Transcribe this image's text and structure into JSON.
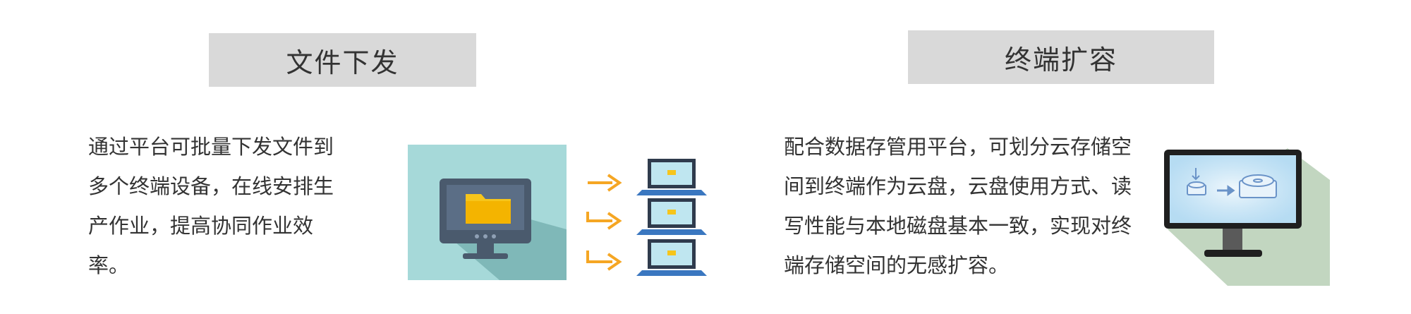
{
  "file_distribution": {
    "title": "文件下发",
    "description": "通过平台可批量下发文件到多个终端设备，在线安排生产作业，提高协同作业效率。",
    "icon": "monitor-folder-to-laptops-icon"
  },
  "terminal_expansion": {
    "title": "终端扩容",
    "description": "配合数据存管用平台，可划分云存储空间到终端作为云盘，云盘使用方式、读写性能与本地磁盘基本一致，实现对终端存储空间的无感扩容。",
    "icon": "monitor-cloud-disk-icon"
  },
  "colors": {
    "title_bg": "#d9d9d9",
    "text": "#333333",
    "teal_tile": "#a6d9d9",
    "arrow_orange": "#f5a623",
    "green_shadow": "#c2d6c0",
    "screen_blue": "#cfe8f7"
  }
}
